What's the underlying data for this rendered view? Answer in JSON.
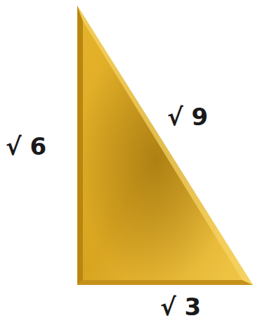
{
  "diagram": {
    "labels": [
      "√ 6",
      "√ 9",
      "√ 3"
    ]
  }
}
